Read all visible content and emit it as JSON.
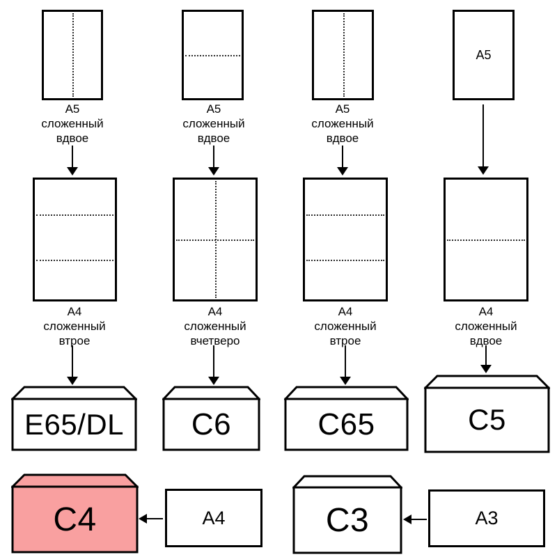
{
  "columns": [
    {
      "small_sheet": {
        "label": "А5\nсложенный\nвдвое",
        "fold": "vertical-half"
      },
      "large_sheet": {
        "label": "А4\nсложенный\nвтрое",
        "fold": "two-horizontal-thirds"
      },
      "envelope": {
        "label": "E65/DL",
        "fill": "#ffffff"
      }
    },
    {
      "small_sheet": {
        "label": "А5\nсложенный\nвдвое",
        "fold": "horizontal-half"
      },
      "large_sheet": {
        "label": "А4\nсложенный\nвчетверо",
        "fold": "cross-quarters"
      },
      "envelope": {
        "label": "C6",
        "fill": "#ffffff"
      }
    },
    {
      "small_sheet": {
        "label": "А5\nсложенный\nвдвое",
        "fold": "vertical-half"
      },
      "large_sheet": {
        "label": "А4\nсложенный\nвтрое",
        "fold": "two-horizontal-thirds"
      },
      "envelope": {
        "label": "C65",
        "fill": "#ffffff"
      }
    },
    {
      "small_sheet": {
        "inner_label": "А5",
        "fold": "none"
      },
      "large_sheet": {
        "label": "А4\nсложенный\nвдвое",
        "fold": "horizontal-half"
      },
      "envelope": {
        "label": "C5",
        "fill": "#ffffff"
      }
    }
  ],
  "bottom": {
    "c4": {
      "label": "C4",
      "fill": "#f9a0a0"
    },
    "a4": {
      "label": "А4"
    },
    "c3": {
      "label": "C3",
      "fill": "#ffffff"
    },
    "a3": {
      "label": "А3"
    }
  },
  "colors": {
    "line": "#000000",
    "highlight": "#f9a0a0",
    "background": "#ffffff"
  }
}
